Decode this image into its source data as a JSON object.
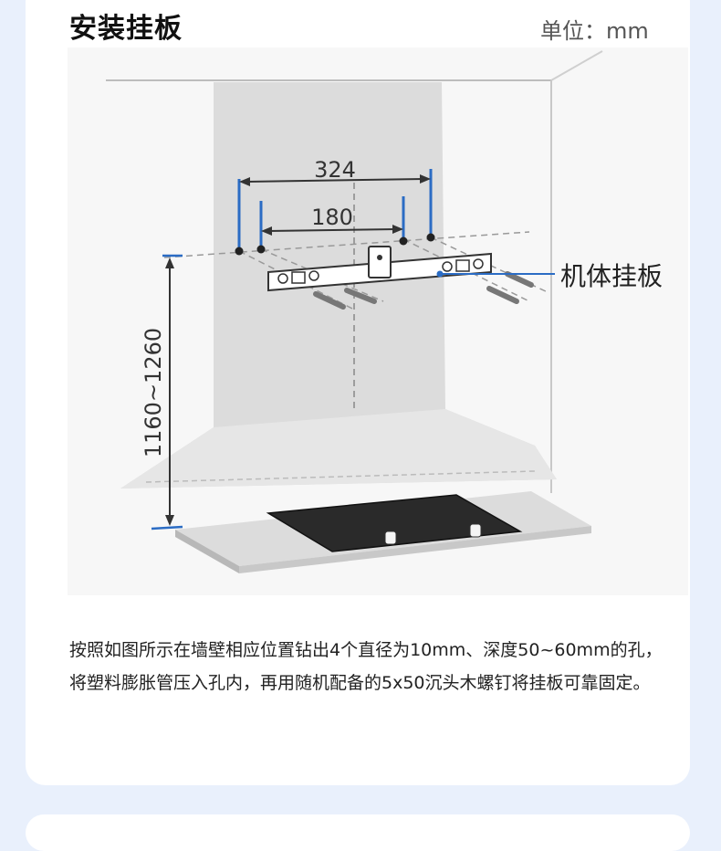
{
  "header": {
    "title": "安装挂板",
    "unit": "单位：mm"
  },
  "diagram": {
    "dim_outer": "324",
    "dim_inner": "180",
    "dim_height": "1160~1260",
    "callout": "机体挂板",
    "accent_color": "#2b6cc4"
  },
  "description": "按照如图所示在墙壁相应位置钻出4个直径为10mm、深度50~60mm的孔，将塑料膨胀管压入孔内，再用随机配备的5x50沉头木螺钉将挂板可靠固定。"
}
